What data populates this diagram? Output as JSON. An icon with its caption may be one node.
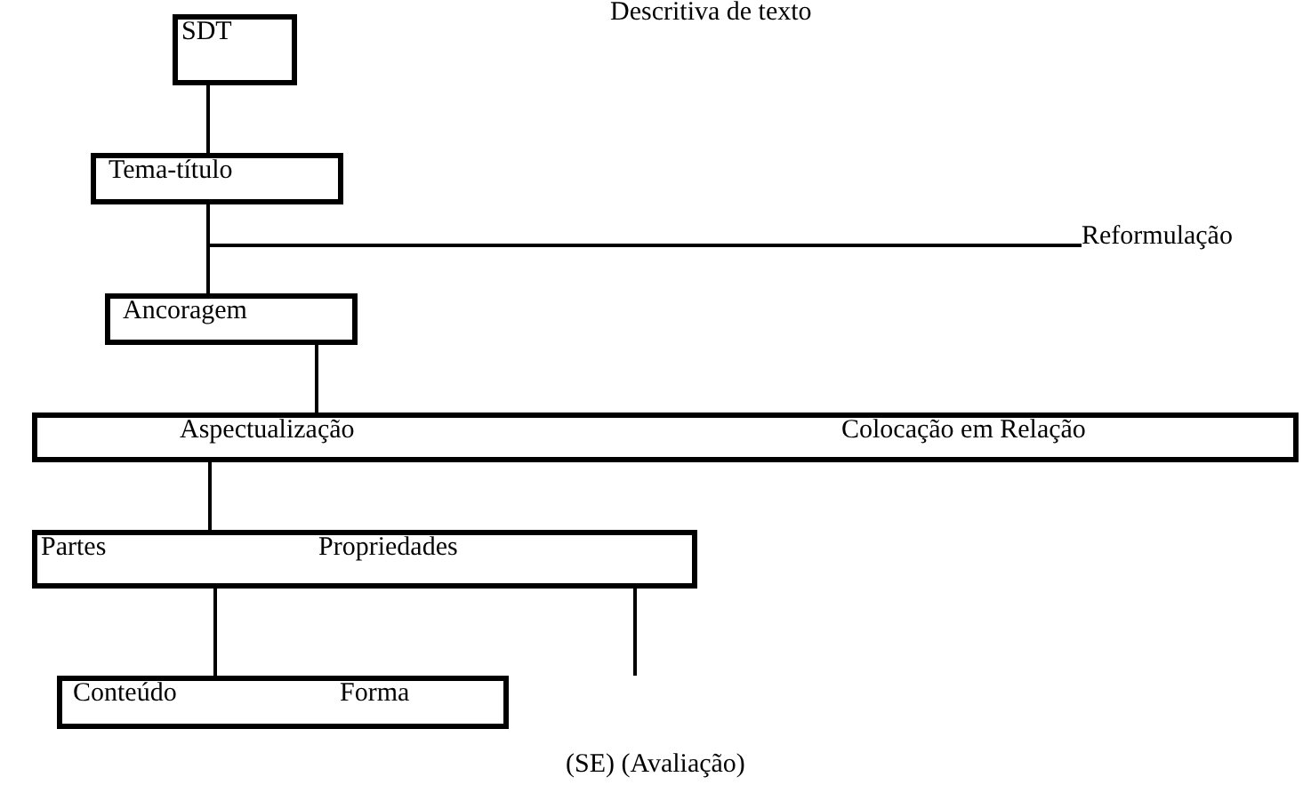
{
  "diagram": {
    "nodes": [
      {
        "text": [
          "SDT"
        ]
      },
      {
        "text": [
          "Tema-título"
        ]
      },
      {
        "text": [
          "Ancoragem"
        ]
      },
      {
        "text": [
          "Aspectualização",
          "Colocação em Relação"
        ]
      },
      {
        "text": [
          "Partes",
          "Propriedades"
        ]
      },
      {
        "text": [
          "Conteúdo",
          "Forma"
        ]
      },
      {
        "text": [
          "Reformulação"
        ]
      }
    ],
    "edges": [
      {
        "from": 0,
        "to": 1,
        "arrow": "none"
      },
      {
        "from": 1,
        "to": 2,
        "arrow": "none"
      },
      {
        "from": 1,
        "to": 6,
        "arrow": "none"
      },
      {
        "from": 2,
        "to": 3,
        "arrow": "none"
      },
      {
        "from": 3,
        "to": 4,
        "arrow": "none"
      },
      {
        "from": 4,
        "to": 5,
        "arrow": "none"
      },
      {
        "from": 4,
        "to": null,
        "arrow": "none"
      }
    ],
    "labels": [
      "Descritiva de texto",
      "(SE) (Avaliação)"
    ]
  }
}
